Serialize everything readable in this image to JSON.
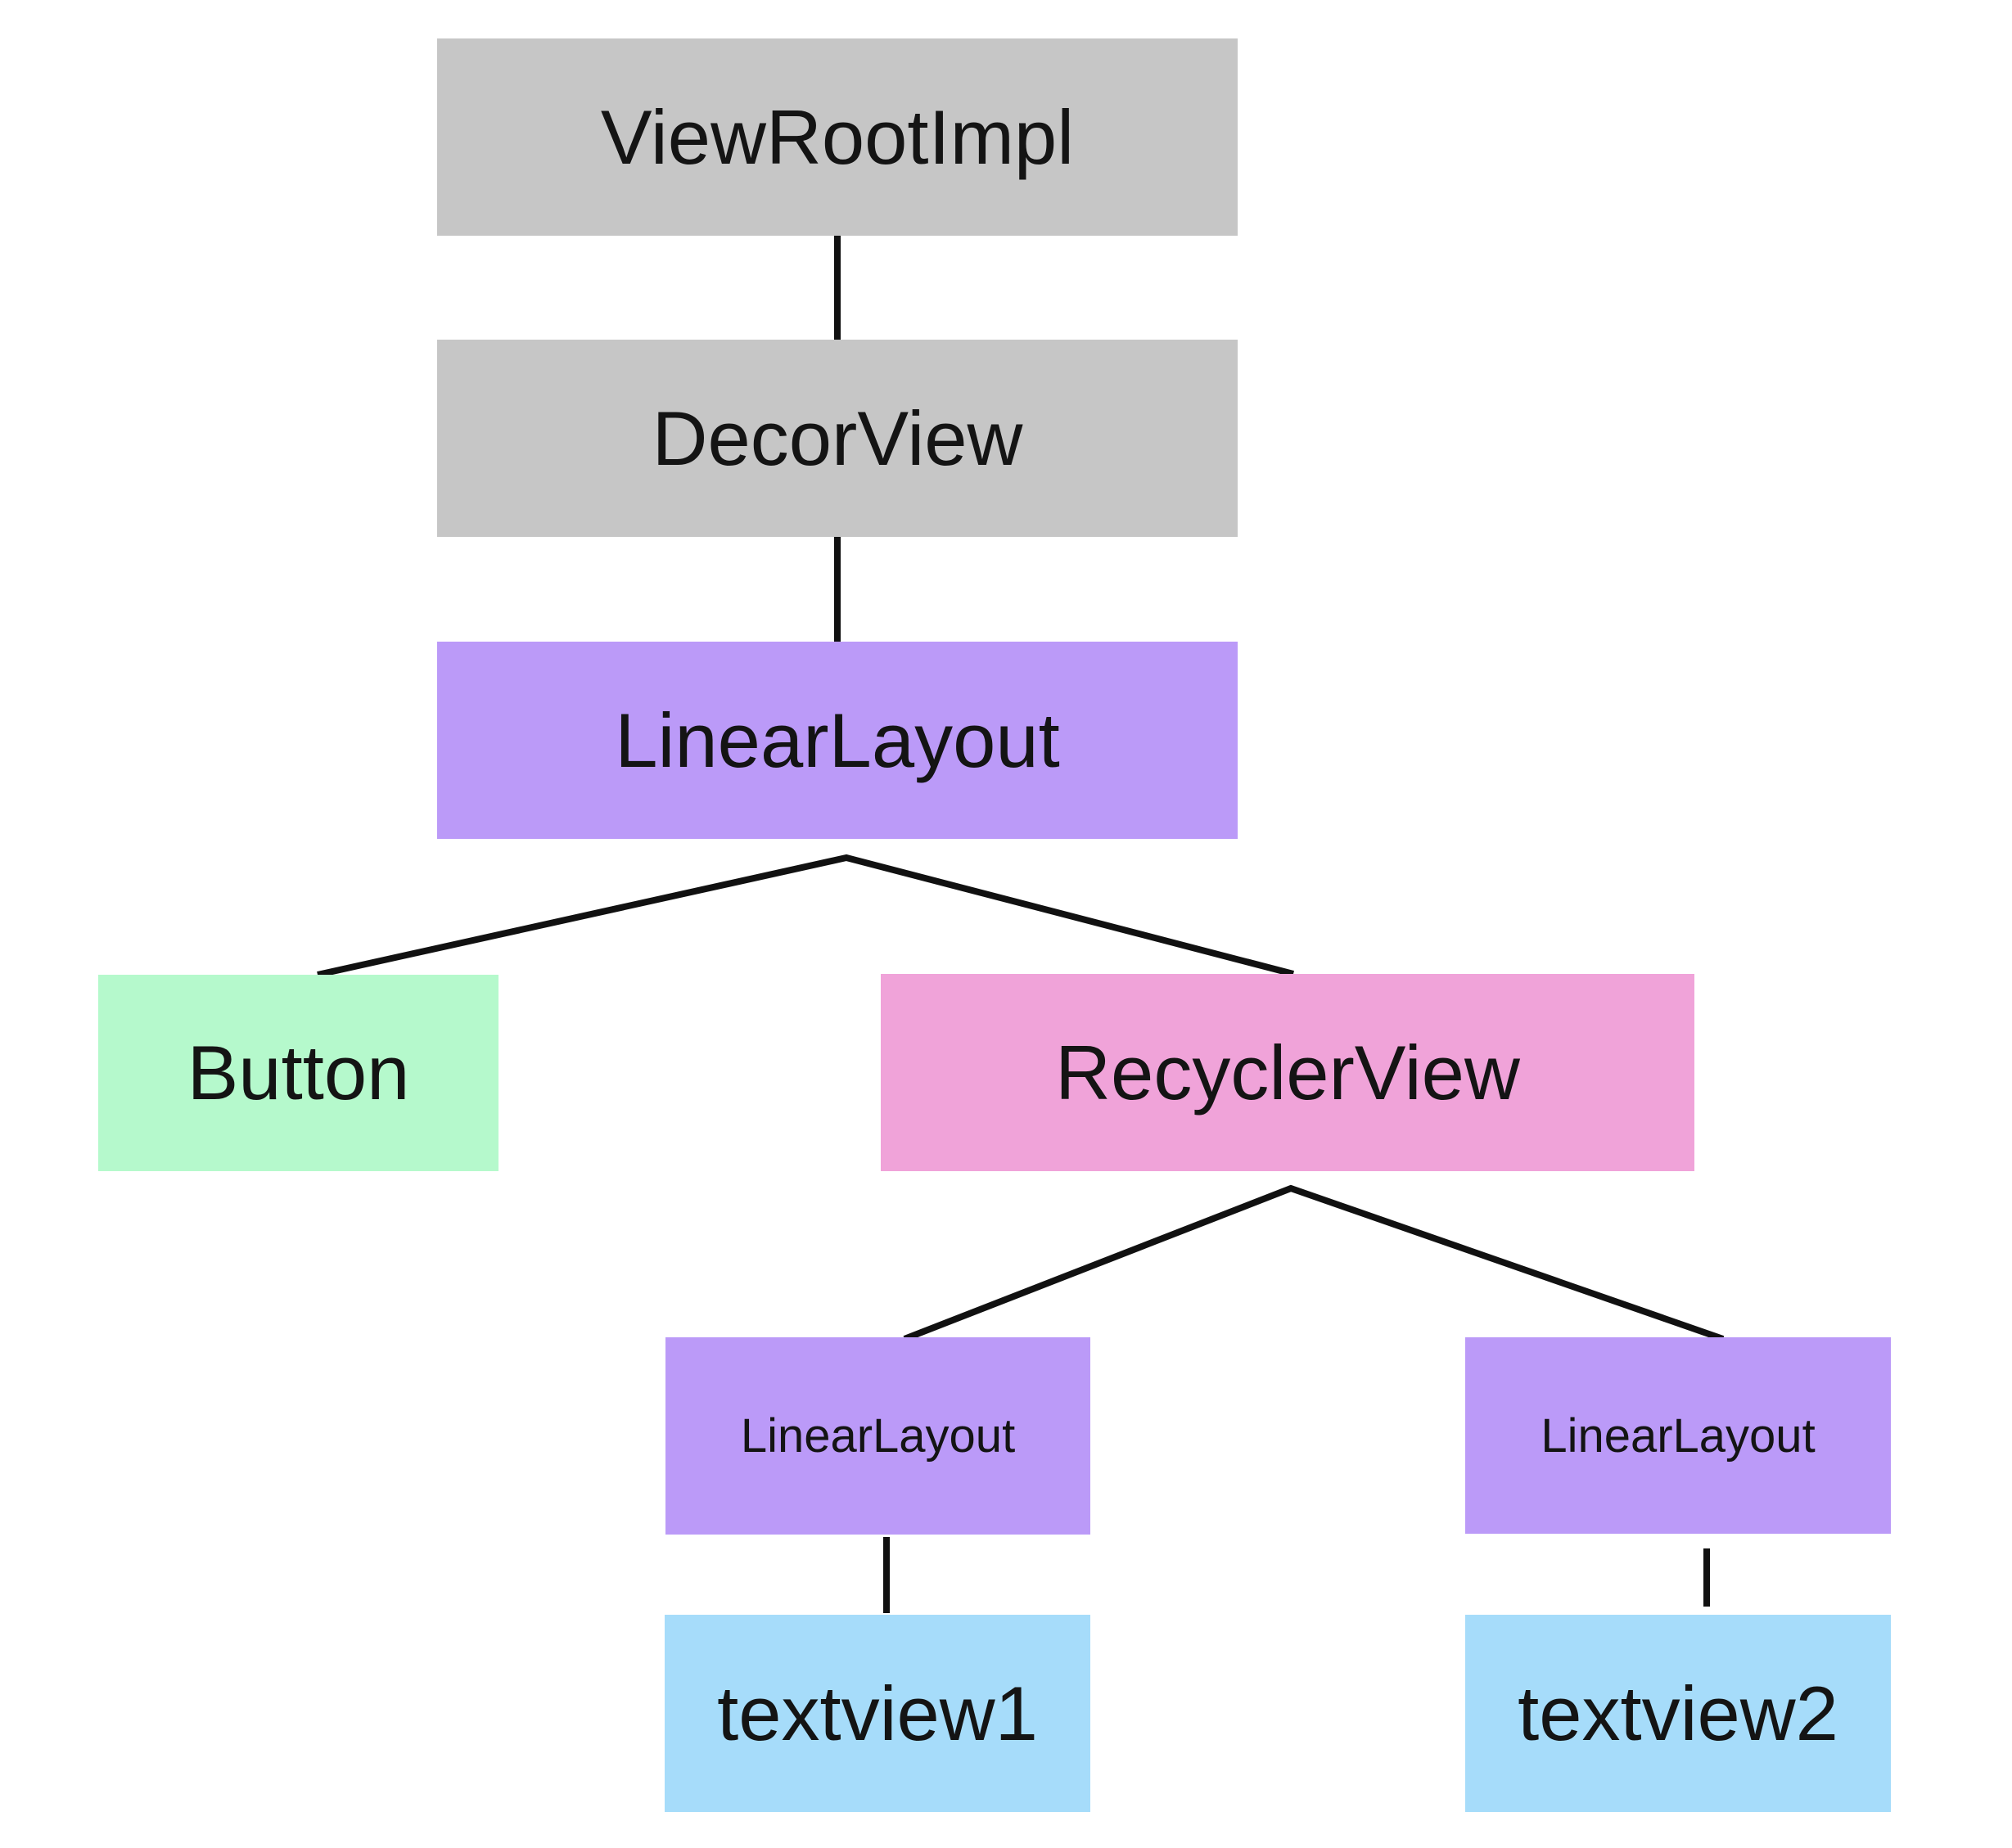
{
  "diagram": {
    "type": "tree",
    "background_color": "#ffffff",
    "line_color": "#111111",
    "text_color": "#141414"
  },
  "nodes": {
    "viewrootimpl": {
      "label": "ViewRootImpl",
      "color": "#c6c6c6"
    },
    "decorview": {
      "label": "DecorView",
      "color": "#c6c6c6"
    },
    "linearlayout_root": {
      "label": "LinearLayout",
      "color": "#bb9af8"
    },
    "button": {
      "label": "Button",
      "color": "#b5f9cc"
    },
    "recyclerview": {
      "label": "RecyclerView",
      "color": "#f0a3d9"
    },
    "linearlayout_item1": {
      "label": "LinearLayout",
      "color": "#bb9af8"
    },
    "linearlayout_item2": {
      "label": "LinearLayout",
      "color": "#bb9af8"
    },
    "textview1": {
      "label": "textview1",
      "color": "#a6dcfa"
    },
    "textview2": {
      "label": "textview2",
      "color": "#a6dcfa"
    }
  },
  "edges": [
    {
      "from": "ViewRootImpl",
      "to": "DecorView"
    },
    {
      "from": "DecorView",
      "to": "LinearLayout"
    },
    {
      "from": "LinearLayout",
      "to": "Button"
    },
    {
      "from": "LinearLayout",
      "to": "RecyclerView"
    },
    {
      "from": "RecyclerView",
      "to": "LinearLayout (item 1)"
    },
    {
      "from": "RecyclerView",
      "to": "LinearLayout (item 2)"
    },
    {
      "from": "LinearLayout (item 1)",
      "to": "textview1"
    },
    {
      "from": "LinearLayout (item 2)",
      "to": "textview2"
    }
  ]
}
